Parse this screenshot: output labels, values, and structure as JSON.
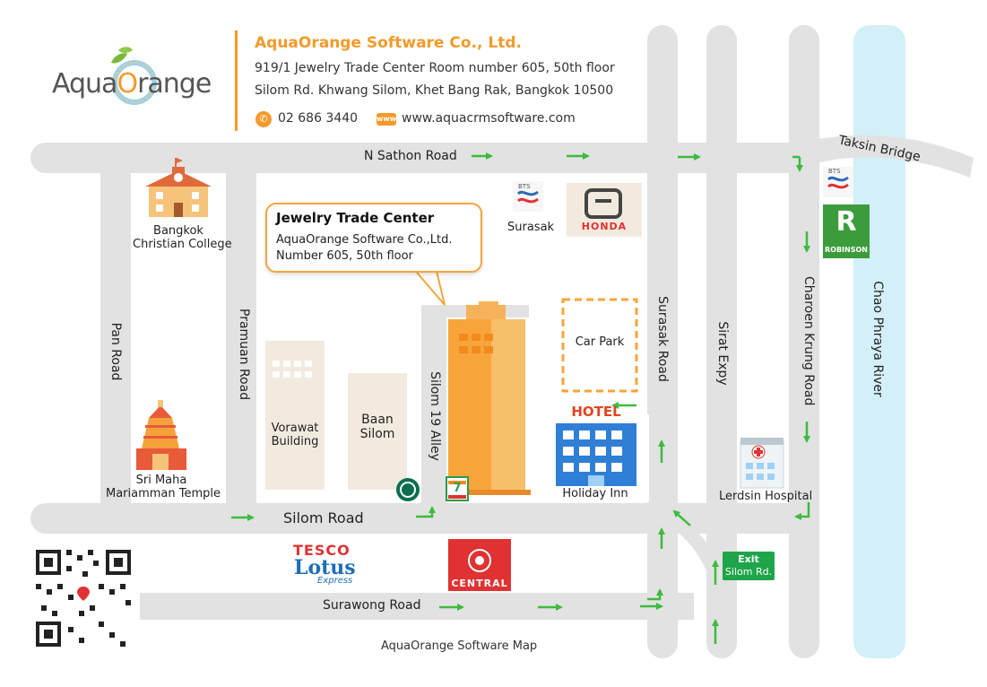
{
  "header": {
    "logo_text_1": "Aqua",
    "logo_text_2": "range",
    "company_name": "AquaOrange Software Co., Ltd.",
    "address_line_1": "919/1 Jewelry Trade Center Room number 605, 50th floor",
    "address_line_2": "Silom Rd. Khwang Silom, Khet Bang Rak, Bangkok 10500",
    "phone": "02 686 3440",
    "website": "www.aquacrmsoftware.com",
    "www_icon_text": "www"
  },
  "roads": {
    "n_sathon": "N Sathon Road",
    "silom": "Silom Road",
    "surawong": "Surawong Road",
    "pan": "Pan Road",
    "pramuan": "Pramuan Road",
    "silom_19": "Silom 19 Alley",
    "surasak": "Surasak Road",
    "sirat": "Sirat Expy",
    "charoen_krung": "Charoen Krung Road",
    "river": "Chao Phraya River",
    "taksin": "Taksin Bridge"
  },
  "callout": {
    "title": "Jewelry Trade Center",
    "line_1": "AquaOrange Software Co.,Ltd.",
    "line_2": "Number 605, 50th floor"
  },
  "places": {
    "bcc_1": "Bangkok",
    "bcc_2": "Christian College",
    "temple_1": "Sri Maha",
    "temple_2": "Mariamman Temple",
    "vorawat_1": "Vorawat",
    "vorawat_2": "Building",
    "baan_1": "Baan",
    "baan_2": "Silom",
    "car_park": "Car Park",
    "hotel_sign": "HOTEL",
    "holiday_inn": "Holiday Inn",
    "surasak_bts": "Surasak",
    "bts": "BTS",
    "honda": "HONDA",
    "robinson": "ROBINSON",
    "robinson_letter": "R",
    "lerdsin": "Lerdsin Hospital",
    "exit_1": "Exit",
    "exit_2": "Silom Rd.",
    "tesco_1": "TESCO",
    "tesco_2": "Lotus",
    "tesco_3": "Express",
    "central": "CENTRAL",
    "seven": "7"
  },
  "footer": {
    "caption": "AquaOrange Software Map"
  },
  "colors": {
    "road": "#e2e2e2",
    "orange": "#f39a2b",
    "green_arrow": "#3dbb3d",
    "river": "#d3f0f8",
    "robinson": "#3c9c3c",
    "central": "#e03232"
  }
}
